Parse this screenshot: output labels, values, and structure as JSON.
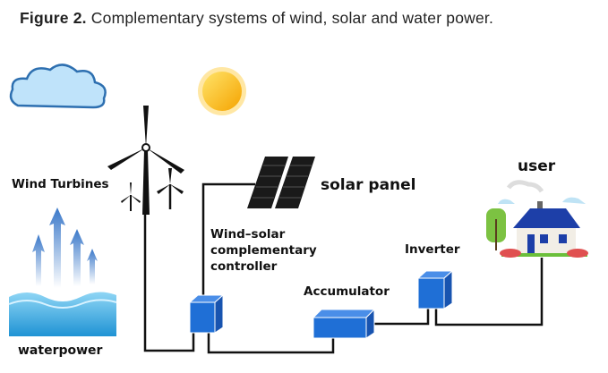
{
  "title": {
    "prefix": "Figure 2.",
    "text": " Complementary systems of wind, solar and water power."
  },
  "labels": {
    "wind_turbines": "Wind Turbines",
    "waterpower": "waterpower",
    "solar_panel": "solar panel",
    "controller_line1": "Wind–solar",
    "controller_line2": "complementary",
    "controller_line3": "controller",
    "accumulator": "Accumulator",
    "inverter": "Inverter",
    "user": "user"
  },
  "colors": {
    "box": "#1f6fd6",
    "wire": "#111111",
    "water": "#4fb3e6"
  }
}
